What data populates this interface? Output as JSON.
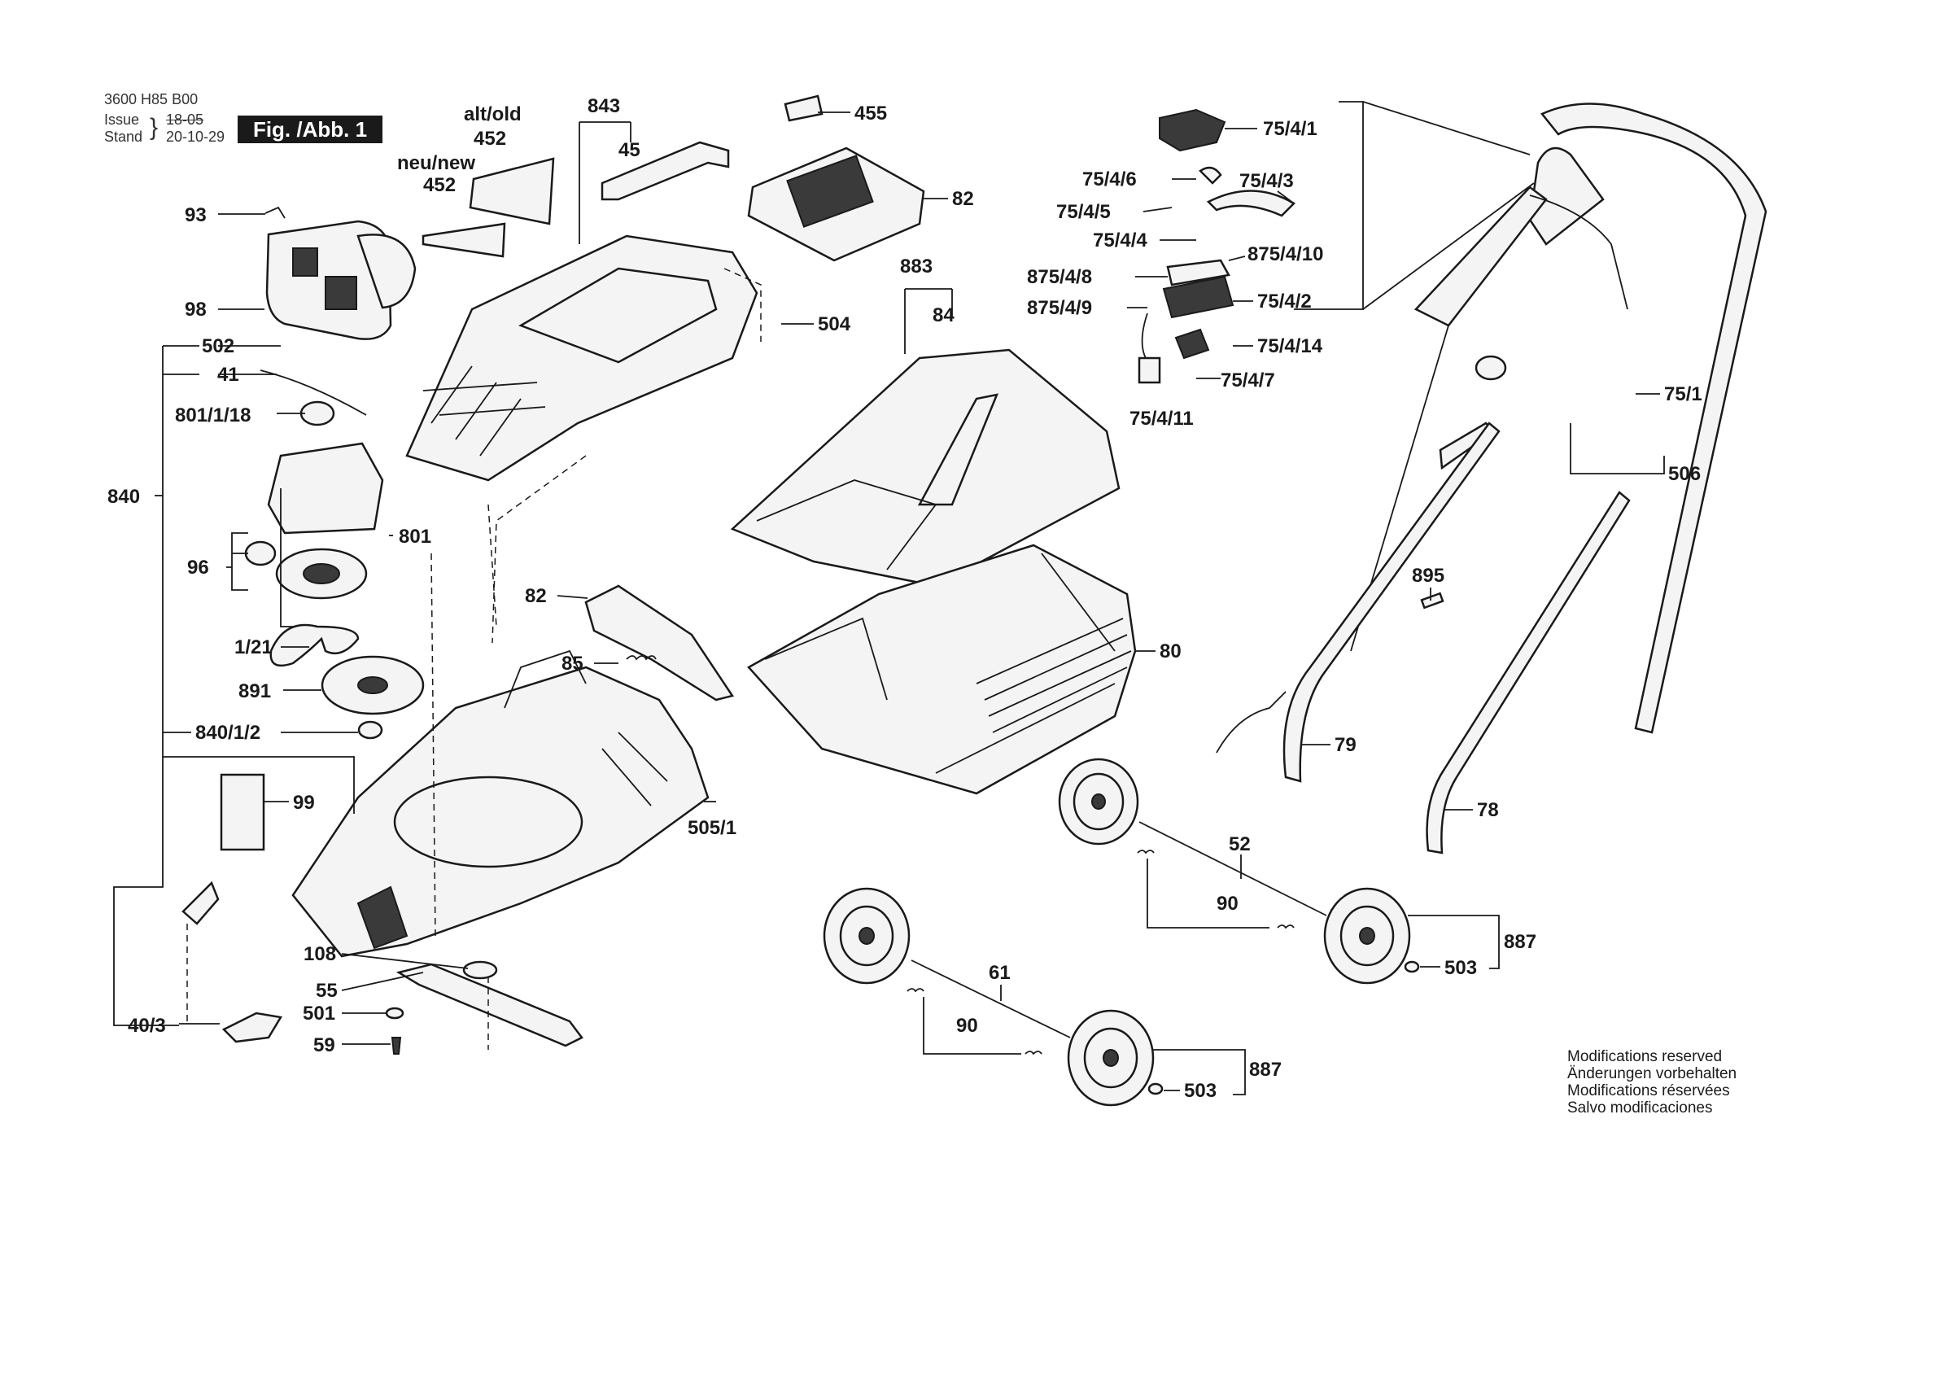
{
  "header": {
    "model": "3600 H85 B00",
    "issue_label": "Issue",
    "issue_value": "18-05",
    "stand_label": "Stand",
    "stand_value": "20-10-29",
    "figure": "Fig. /Abb. 1"
  },
  "notes": {
    "alt_old": "alt/old",
    "neu_new": "neu/new"
  },
  "parts": [
    "843",
    "455",
    "75/4/1",
    "45",
    "452",
    "452",
    "82",
    "75/4/6",
    "75/4/3",
    "75/4/5",
    "75/4/4",
    "875/4/8",
    "875/4/10",
    "875/4/9",
    "75/4/2",
    "93",
    "98",
    "883",
    "84",
    "504",
    "502",
    "41",
    "75/4/14",
    "75/4/7",
    "75/4/11",
    "75/1",
    "801/1/18",
    "506",
    "840",
    "801",
    "96",
    "895",
    "82",
    "1/21",
    "85",
    "80",
    "891",
    "840/1/2",
    "79",
    "99",
    "505/1",
    "78",
    "52",
    "90",
    "887",
    "108",
    "503",
    "55",
    "61",
    "501",
    "90",
    "40/3",
    "59",
    "887",
    "503"
  ],
  "modifications": [
    "Modifications reserved",
    "Änderungen vorbehalten",
    "Modifications réservées",
    "Salvo modificaciones"
  ]
}
